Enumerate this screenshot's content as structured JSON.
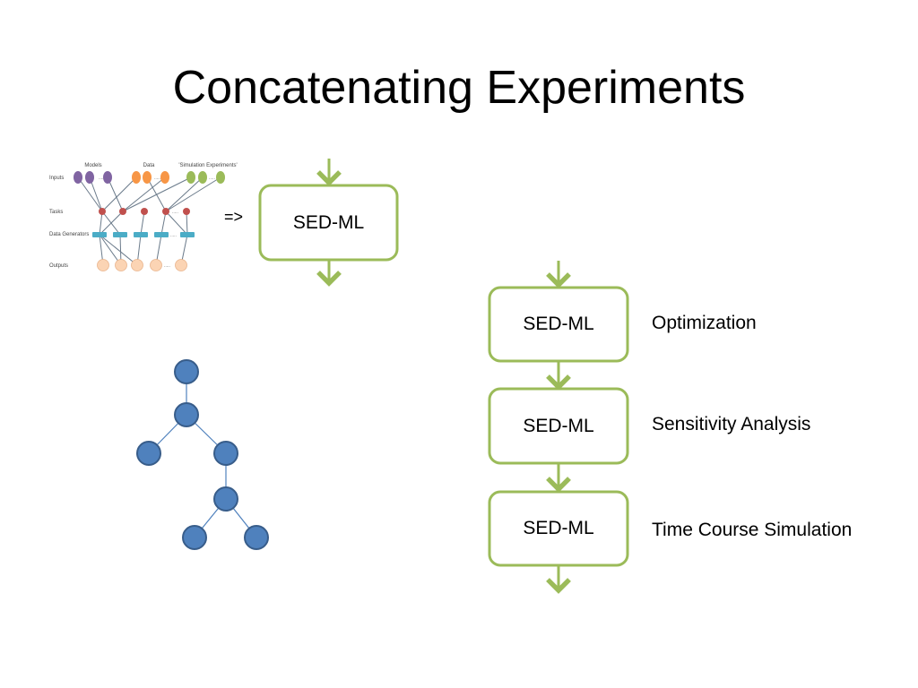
{
  "title": "Concatenating Experiments",
  "transform_symbol": "=>",
  "single_box": {
    "label": "SED-ML"
  },
  "chain": [
    {
      "label": "SED-ML",
      "description": "Optimization"
    },
    {
      "label": "SED-ML",
      "description": "Sensitivity Analysis"
    },
    {
      "label": "SED-ML",
      "description": "Time Course Simulation"
    }
  ],
  "mini_diagram": {
    "column_headers": [
      "Models",
      "Data",
      "'Simulation Experiments'"
    ],
    "row_labels": [
      "Inputs",
      "Tasks",
      "Data Generators",
      "Outputs"
    ],
    "ellipsis": "....."
  },
  "colors": {
    "box_border": "#9bbb59",
    "arrow": "#9bbb59",
    "tree_node": "#4f81bd",
    "tree_node_border": "#385d8a",
    "models": "#8064a2",
    "data": "#f79646",
    "experiments": "#9bbb59",
    "tasks": "#c0504d",
    "generators": "#4bacc6",
    "outputs": "#fbd4b4"
  }
}
